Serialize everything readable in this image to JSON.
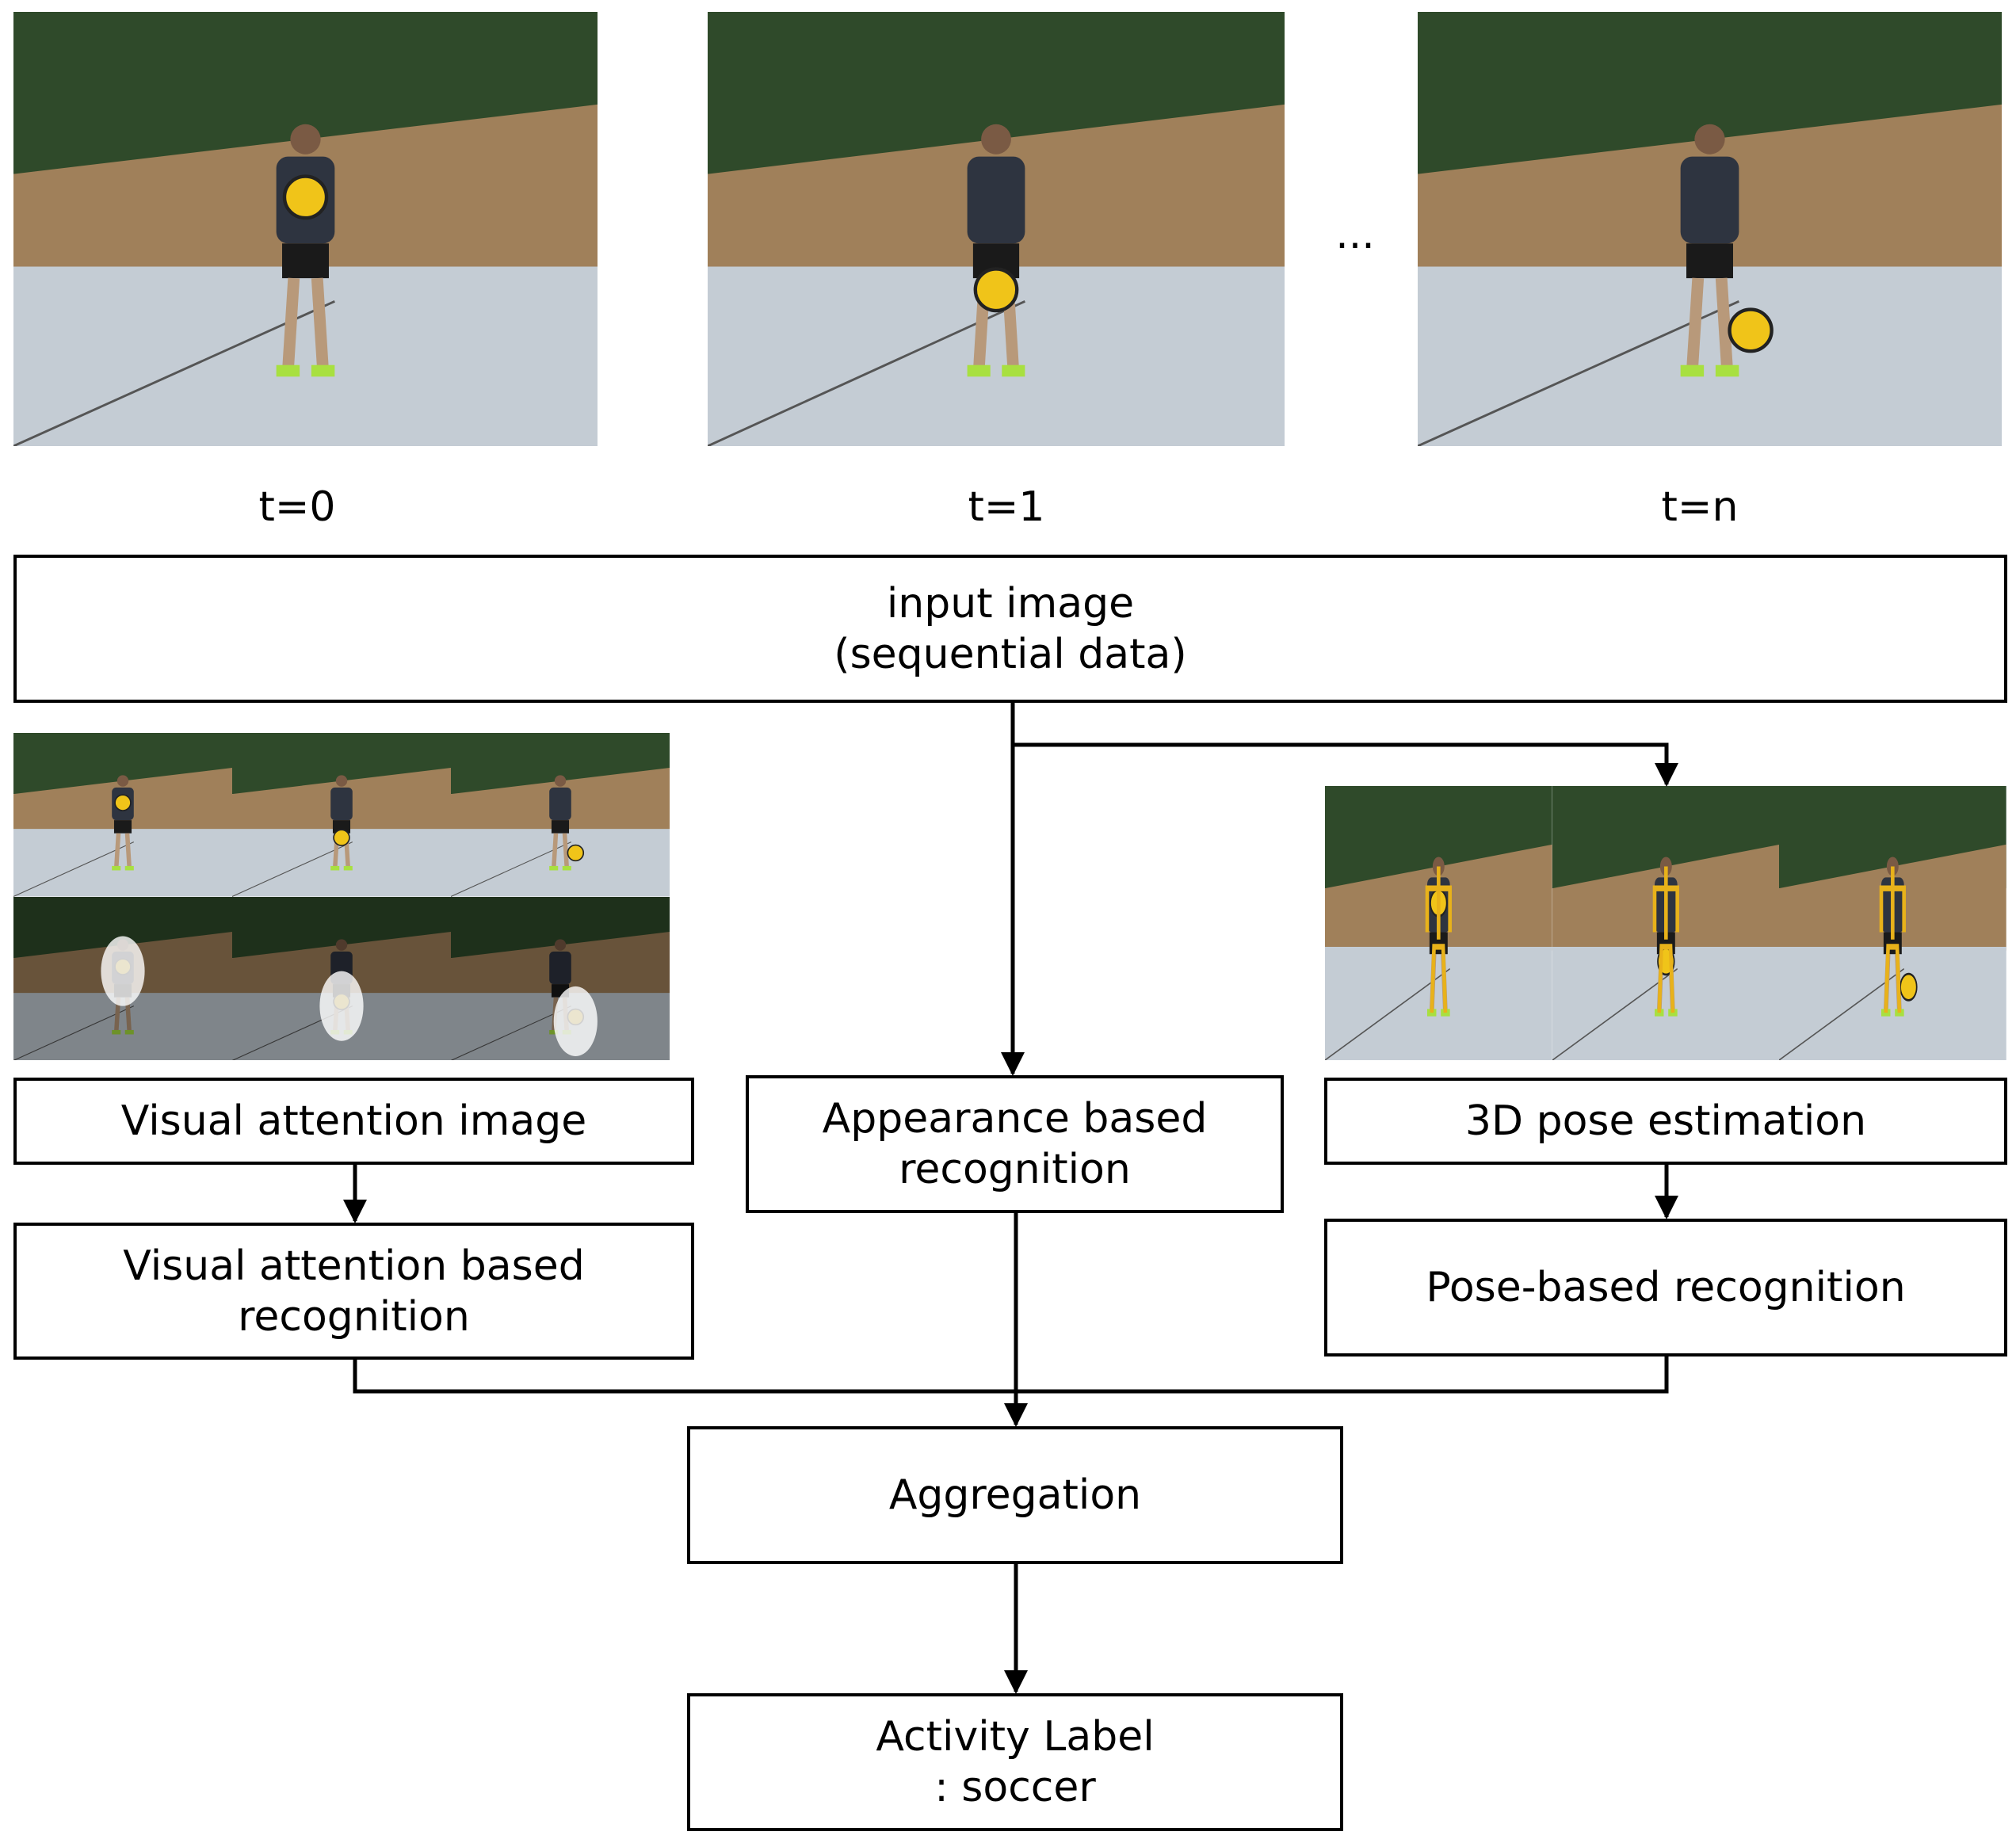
{
  "frames": [
    {
      "time_label": "t=0",
      "ball_position": "chest"
    },
    {
      "time_label": "t=1",
      "ball_position": "knee"
    },
    {
      "time_label": "t=n",
      "ball_position": "foot"
    }
  ],
  "ellipsis": "...",
  "boxes": {
    "input": "input image\n(sequential data)",
    "visual_attention_image": "Visual attention image",
    "visual_attention_recognition": "Visual attention based\nrecognition",
    "appearance_recognition": "Appearance based\nrecognition",
    "pose_estimation": "3D pose estimation",
    "pose_recognition": "Pose-based recognition",
    "aggregation": "Aggregation",
    "activity_label": "Activity Label\n: soccer"
  },
  "colors": {
    "sky": "#cfe3e8",
    "trees": "#2f4a2a",
    "wall": "#a0805a",
    "ground": "#c4ccd4",
    "shirt": "#2e3440",
    "ball": "#f0c419",
    "skeleton": "#e8b21a",
    "attention_glow": "#ffffff",
    "line": "#000000"
  },
  "attention_grid": {
    "rows": 2,
    "cols": 3,
    "second_row": "attention-overlay"
  },
  "pose_grid": {
    "rows": 1,
    "cols": 3,
    "overlay": "skeleton"
  }
}
